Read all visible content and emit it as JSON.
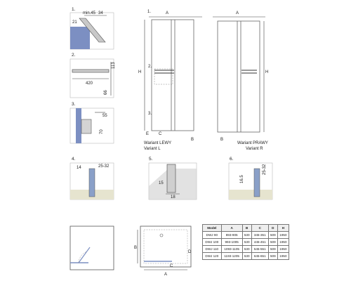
{
  "steps": [
    {
      "num": "1.",
      "dims": {
        "min": "min.45",
        "w": "34",
        "h": "21"
      }
    },
    {
      "num": "2.",
      "dims": {
        "w": "420",
        "h1": "113",
        "h2": "66"
      }
    },
    {
      "num": "3.",
      "dims": {
        "h1": "55",
        "h2": "70"
      }
    },
    {
      "num": "4.",
      "dims": {
        "a": "14",
        "b": "25-32"
      }
    },
    {
      "num": "5.",
      "dims": {
        "h": "15",
        "w": "18"
      }
    },
    {
      "num": "6.",
      "dims": {
        "a": "16.5",
        "b": "25-32"
      }
    }
  ],
  "variants": {
    "left": {
      "line1": "Wariant LEWY",
      "line2": "Variant L"
    },
    "right": {
      "line1": "Wariant PRAWY",
      "line2": "Variant R"
    }
  },
  "markers": {
    "H": "H",
    "A": "A",
    "B": "B",
    "C": "C",
    "D": "D",
    "E": "E",
    "s1": "1.",
    "s2": "2.",
    "s3": "3.",
    "s4": "4.",
    "s5": "5.",
    "s6": "6."
  },
  "table": {
    "headers": [
      "Model",
      "A",
      "B",
      "C",
      "D",
      "H"
    ],
    "rows": [
      [
        "DWJ 90",
        "893-905",
        "530",
        "345-351",
        "509",
        "1950"
      ],
      [
        "DWJ 100",
        "993-1005",
        "530",
        "445-451",
        "509",
        "1950"
      ],
      [
        "DWJ 110",
        "1093-1105",
        "530",
        "545-551",
        "509",
        "1950"
      ],
      [
        "DWJ 120",
        "1193-1205",
        "530",
        "645-651",
        "509",
        "1950"
      ]
    ]
  },
  "colors": {
    "glass": "#7c8fc2",
    "wall": "#cfcfcf",
    "floor": "#e6e4cf",
    "mount": "#8aa0c8"
  }
}
